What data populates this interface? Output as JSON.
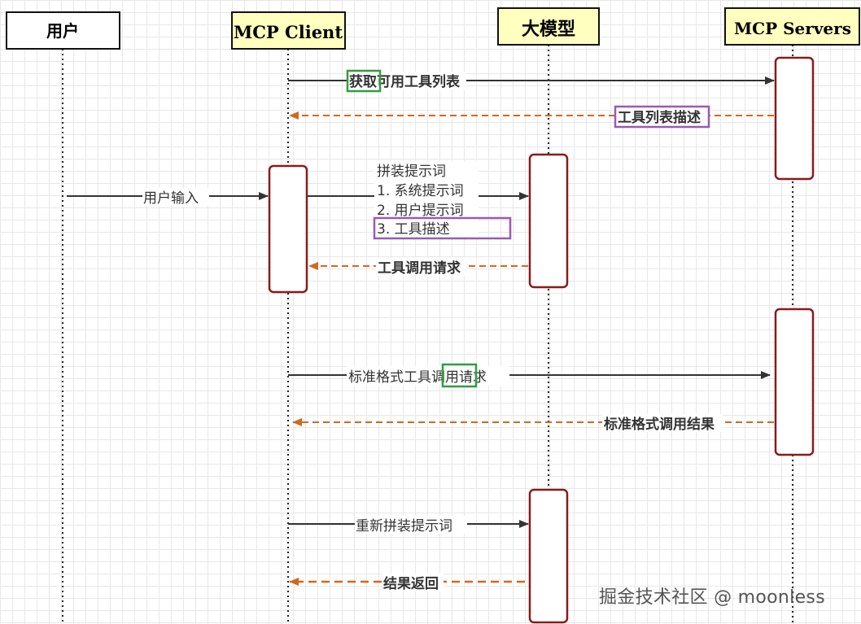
{
  "actors": {
    "user": "用户",
    "client": "MCP Client",
    "llm": "大模型",
    "servers": "MCP Servers"
  },
  "messages": {
    "get_tools": {
      "prefix": "获取",
      "rest": "可用工具列表"
    },
    "tools_desc": "工具列表描述",
    "user_input": "用户输入",
    "prompt_title": "拼装提示词",
    "prompt_item1": "1. 系统提示词",
    "prompt_item2": "2. 用户提示词",
    "prompt_item3": "3. 工具描述",
    "tool_call_request": "工具调用请求",
    "std_call": {
      "part1": "标准格式工具",
      "part2": "调用",
      "part3": "请求"
    },
    "std_result": "标准格式调用结果",
    "reassemble": "重新拼装提示词",
    "result_return": "结果返回"
  },
  "watermark": "掘金技术社区 @ moonless",
  "colors": {
    "actor_box_highlight": "#ffffc0",
    "activation_border": "#8b1a1a",
    "request_arrow": "#333333",
    "response_arrow": "#d2691e",
    "highlight_green": "#2e9e3e",
    "highlight_purple": "#9b59b6"
  }
}
